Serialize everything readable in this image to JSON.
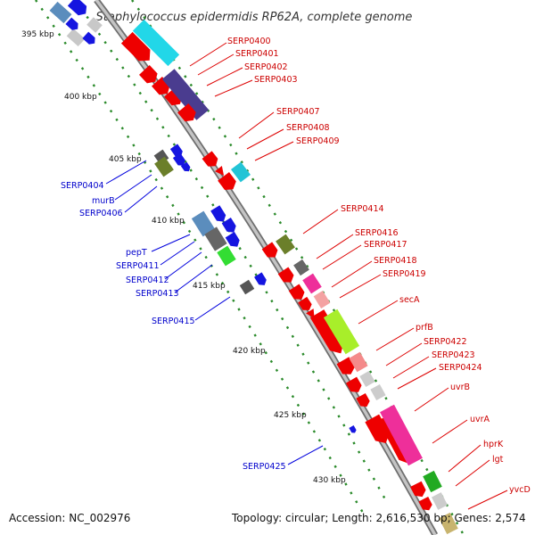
{
  "title": "Staphylococcus epidermidis RP62A, complete genome",
  "ticks": [
    "395 kbp",
    "400 kbp",
    "405 kbp",
    "410 kbp",
    "415 kbp",
    "420 kbp",
    "425 kbp",
    "430 kbp"
  ],
  "plus_labels": [
    "SERP0400",
    "SERP0401",
    "SERP0402",
    "SERP0403",
    "SERP0407",
    "SERP0408",
    "SERP0409",
    "SERP0414",
    "SERP0416",
    "SERP0417",
    "SERP0418",
    "SERP0419",
    "secA",
    "prfB",
    "SERP0422",
    "SERP0423",
    "SERP0424",
    "uvrB",
    "uvrA",
    "hprK",
    "lgt",
    "yvcD"
  ],
  "minus_labels": [
    "SERP0404",
    "murB",
    "SERP0406",
    "pepT",
    "SERP0411",
    "SERP0412",
    "SERP0413",
    "SERP0415",
    "SERP0425"
  ],
  "footer": {
    "accession": "Accession: NC_002976",
    "summary": "Topology: circular; Length: 2,616,530 bp; Genes: 2,574"
  },
  "colors": {
    "plus_label": "#cc0000",
    "minus_label": "#0000cc",
    "backbone": "#9a9a9a",
    "gc_dots": "#2a8a2a"
  }
}
